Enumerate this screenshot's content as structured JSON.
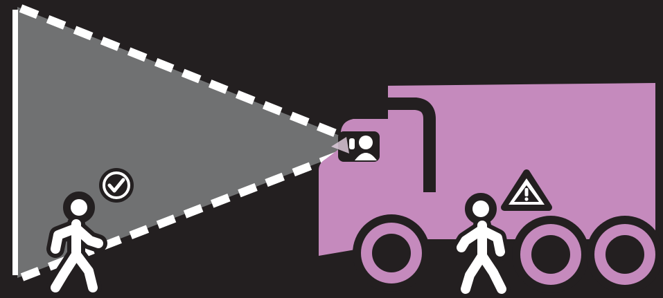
{
  "colors": {
    "background": "#231f20",
    "view_cone_fill": "#707172",
    "view_cone_edge": "#ffffff",
    "truck": "#c58abd",
    "truck_window": "#231f20",
    "wheel_center": "#231f20",
    "person_fill": "#ffffff",
    "person_outline": "#231f20",
    "check_badge": "#231f20",
    "warning_badge": "#231f20"
  },
  "elements": {
    "driver_view_cone": {
      "icon": "dashed-view-cone",
      "meaning": "visible-zone"
    },
    "pedestrian_visible": {
      "icon": "walking-person-icon",
      "status_icon": "check-circle-icon"
    },
    "pedestrian_blind_spot": {
      "icon": "walking-person-icon",
      "status_icon": "warning-triangle-icon"
    },
    "truck": {
      "icon": "truck-icon",
      "wheel_count": 3
    },
    "driver": {
      "icon": "driver-head-icon"
    }
  }
}
